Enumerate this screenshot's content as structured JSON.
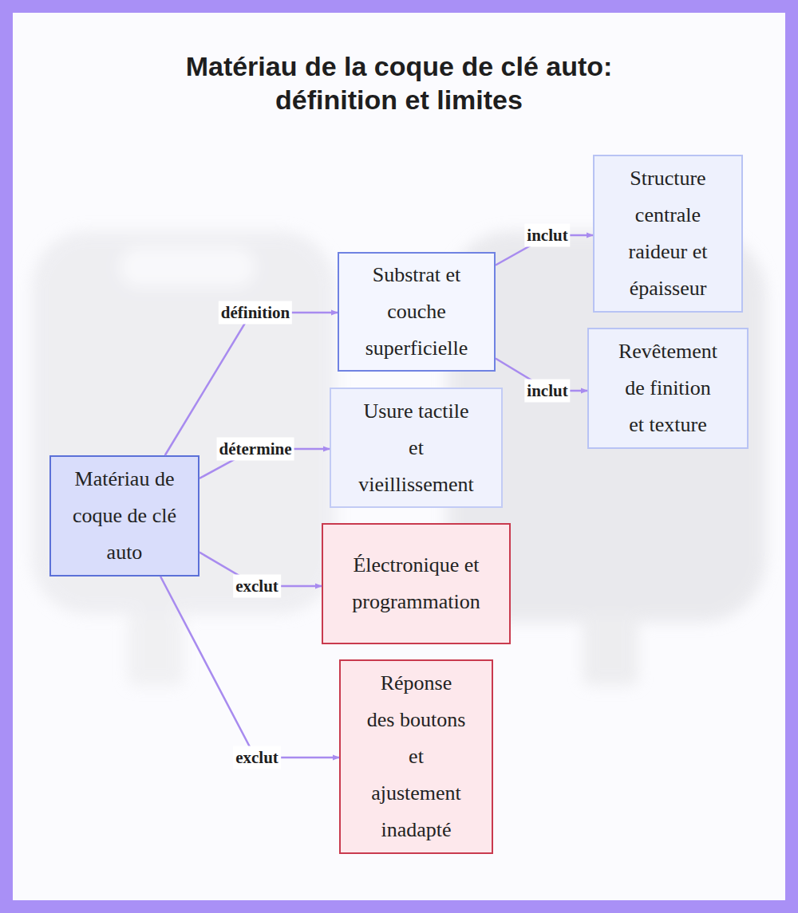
{
  "diagram": {
    "title": "Matériau de la coque de clé auto: définition et limites",
    "nodes": [
      {
        "text": [
          "Matériau de coque de clé auto"
        ]
      },
      {
        "text": [
          "Substrat et couche superficielle"
        ]
      },
      {
        "text": [
          "Structure centrale raideur et épaisseur"
        ]
      },
      {
        "text": [
          "Revêtement de finition et texture"
        ]
      },
      {
        "text": [
          "Usure tactile et vieillissement"
        ]
      },
      {
        "text": [
          "Électronique et programmation"
        ]
      },
      {
        "text": [
          "Réponse des boutons et ajustement inadapté"
        ]
      }
    ],
    "edges": [
      {
        "from": 0,
        "to": 1,
        "label": "définition",
        "arrow": "to"
      },
      {
        "from": 1,
        "to": 2,
        "label": "inclut",
        "arrow": "to"
      },
      {
        "from": 1,
        "to": 3,
        "label": "inclut",
        "arrow": "to"
      },
      {
        "from": 0,
        "to": 4,
        "label": "détermine",
        "arrow": "to"
      },
      {
        "from": 0,
        "to": 5,
        "label": "exclut",
        "arrow": "to"
      },
      {
        "from": 0,
        "to": 6,
        "label": "exclut",
        "arrow": "to"
      }
    ]
  }
}
